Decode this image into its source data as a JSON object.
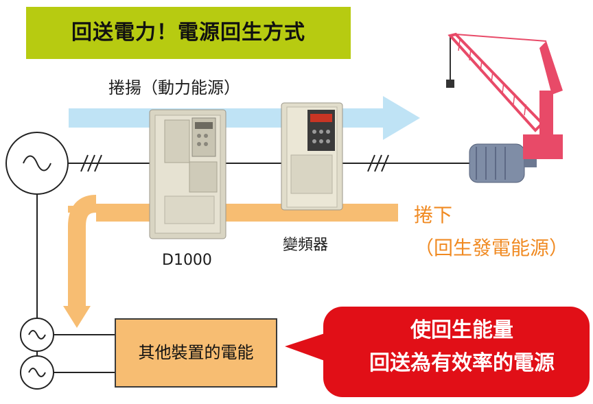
{
  "title": "回送電力！電源回生方式",
  "labels": {
    "hoist": "捲揚（動力能源）",
    "lower_line1": "捲下",
    "lower_line2": "（回生發電能源）",
    "unit_model": "D1000",
    "inverter": "變頻器",
    "other_devices": "其他裝置的電能"
  },
  "callout": {
    "line1": "使回生能量",
    "line2": "回送為有效率的電源"
  },
  "symbols": {
    "three_phase_marks": "///",
    "ac_source": "~"
  },
  "colors": {
    "title_bg": "#b7cb11",
    "power_arrow": "#bfe3f5",
    "regen_arrow": "#f7bd72",
    "callout_bg": "#e10f17",
    "orange_text": "#f08a22"
  }
}
